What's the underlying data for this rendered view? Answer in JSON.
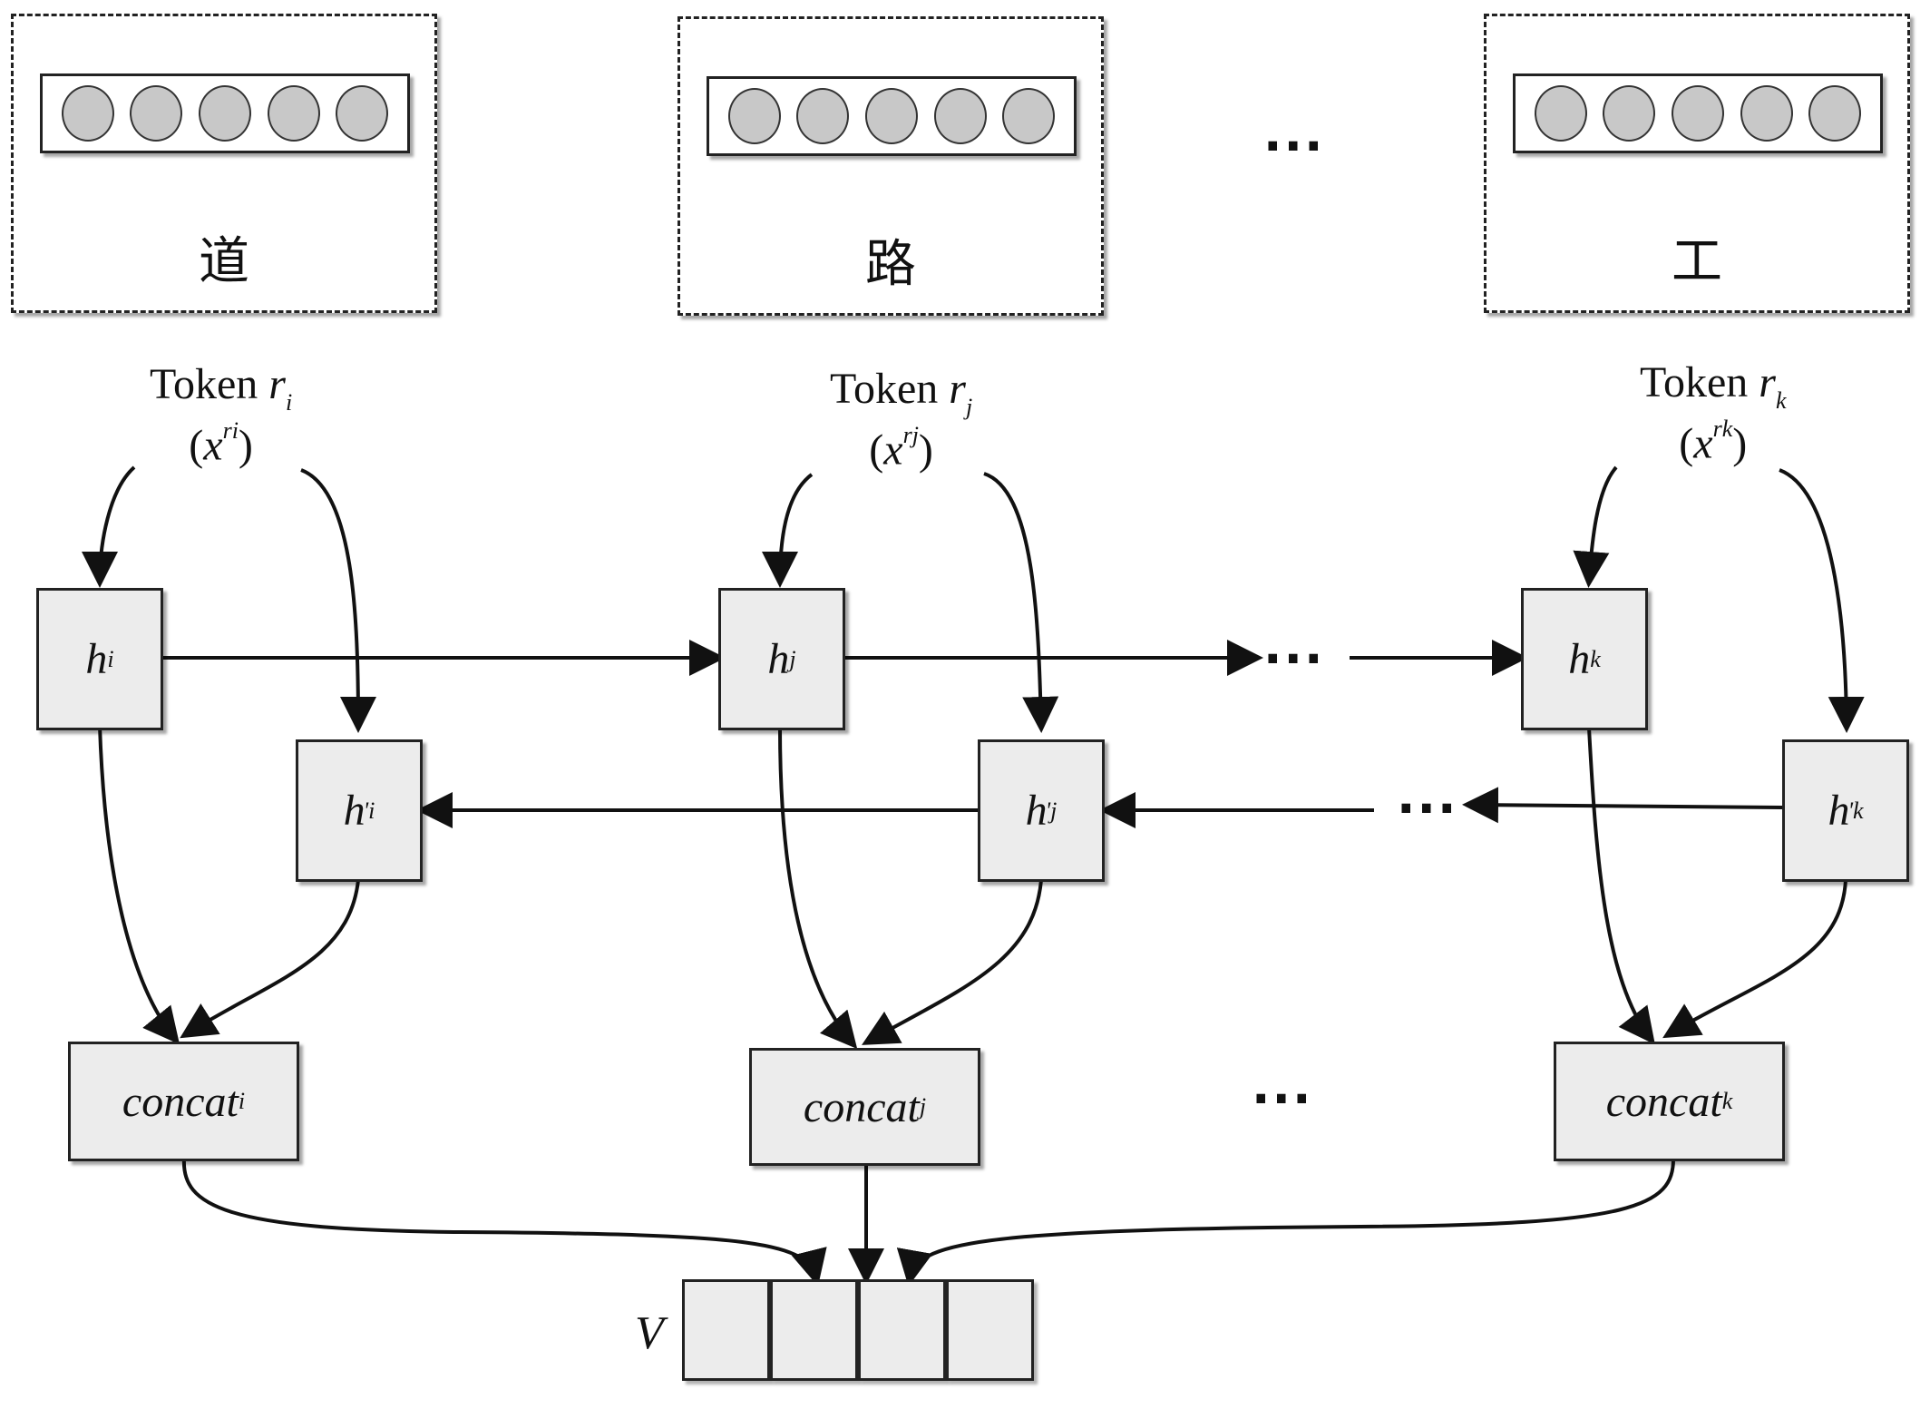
{
  "tokens": [
    {
      "char": "道",
      "name": "Token",
      "sub": "i",
      "input_base": "x",
      "input_sup": "ri"
    },
    {
      "char": "路",
      "name": "Token",
      "sub": "j",
      "input_base": "x",
      "input_sup": "rj"
    },
    {
      "char": "工",
      "name": "Token",
      "sub": "k",
      "input_base": "x",
      "input_sup": "rk"
    }
  ],
  "token_var": "r",
  "ellipsis": "···",
  "forward": [
    {
      "base": "h",
      "sub": "i"
    },
    {
      "base": "h",
      "sub": "j"
    },
    {
      "base": "h",
      "sub": "k"
    }
  ],
  "backward": [
    {
      "base": "h",
      "sub": "i",
      "sup": "'"
    },
    {
      "base": "h",
      "sub": "j",
      "sup": "'"
    },
    {
      "base": "h",
      "sub": "k",
      "sup": "'"
    }
  ],
  "concat": [
    {
      "base": "concat",
      "sub": "i"
    },
    {
      "base": "concat",
      "sub": "j"
    },
    {
      "base": "concat",
      "sub": "k"
    }
  ],
  "output": {
    "label": "V",
    "cells": 4
  }
}
